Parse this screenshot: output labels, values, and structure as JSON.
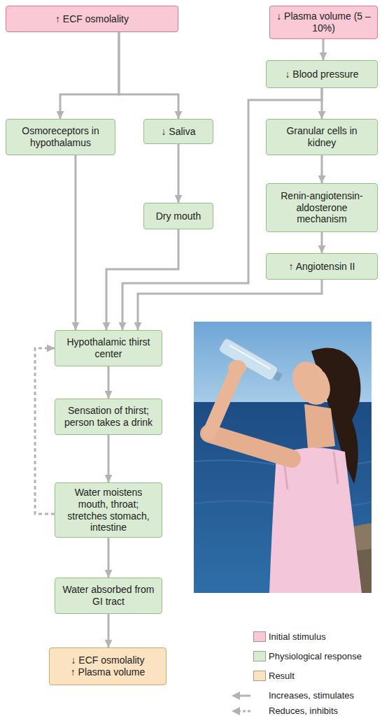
{
  "diagram": {
    "nodes": [
      {
        "text": [
          "↑ ECF osmolality"
        ]
      },
      {
        "text": [
          "↓ Plasma volume (5 –10%)"
        ]
      },
      {
        "text": [
          "↓ Blood pressure"
        ]
      },
      {
        "text": [
          "Osmoreceptors in hypothalamus"
        ]
      },
      {
        "text": [
          "↓ Saliva"
        ]
      },
      {
        "text": [
          "Granular cells in kidney"
        ]
      },
      {
        "text": [
          "Dry mouth"
        ]
      },
      {
        "text": [
          "Renin-angiotensin-aldosterone mechanism"
        ]
      },
      {
        "text": [
          "↑ Angiotensin II"
        ]
      },
      {
        "text": [
          "Hypothalamic thirst center"
        ]
      },
      {
        "text": [
          "Sensation of thirst; person takes a drink"
        ]
      },
      {
        "text": [
          "Water moistens mouth, throat; stretches stomach, intestine"
        ]
      },
      {
        "text": [
          "Water absorbed from GI tract"
        ]
      },
      {
        "text": [
          "↓ ECF osmolality",
          "↑ Plasma volume"
        ]
      }
    ],
    "edges": [
      {
        "from": 0,
        "to": 3,
        "arrow": "to"
      },
      {
        "from": 0,
        "to": 4,
        "arrow": "to"
      },
      {
        "from": 1,
        "to": 2,
        "arrow": "to"
      },
      {
        "from": 2,
        "to": 5,
        "arrow": "to"
      },
      {
        "from": 2,
        "to": 9,
        "arrow": "to"
      },
      {
        "from": 3,
        "to": 9,
        "arrow": "to"
      },
      {
        "from": 4,
        "to": 6,
        "arrow": "to"
      },
      {
        "from": 6,
        "to": 9,
        "arrow": "to"
      },
      {
        "from": 5,
        "to": 7,
        "arrow": "to"
      },
      {
        "from": 7,
        "to": 8,
        "arrow": "to"
      },
      {
        "from": 8,
        "to": 9,
        "arrow": "to"
      },
      {
        "from": 9,
        "to": 10,
        "arrow": "to"
      },
      {
        "from": 10,
        "to": 11,
        "arrow": "to"
      },
      {
        "from": 11,
        "to": 12,
        "arrow": "to"
      },
      {
        "from": 12,
        "to": 13,
        "arrow": "to"
      },
      {
        "from": 11,
        "to": 9,
        "arrow": "to"
      }
    ],
    "legend": [
      {
        "text": "Initial stimulus",
        "color": "#f9cad5"
      },
      {
        "text": "Physiological response",
        "color": "#d9ecd3"
      },
      {
        "text": "Result",
        "color": "#fbe2c1"
      },
      {
        "text": "Increases, stimulates"
      },
      {
        "text": "Reduces, inhibits"
      }
    ]
  }
}
